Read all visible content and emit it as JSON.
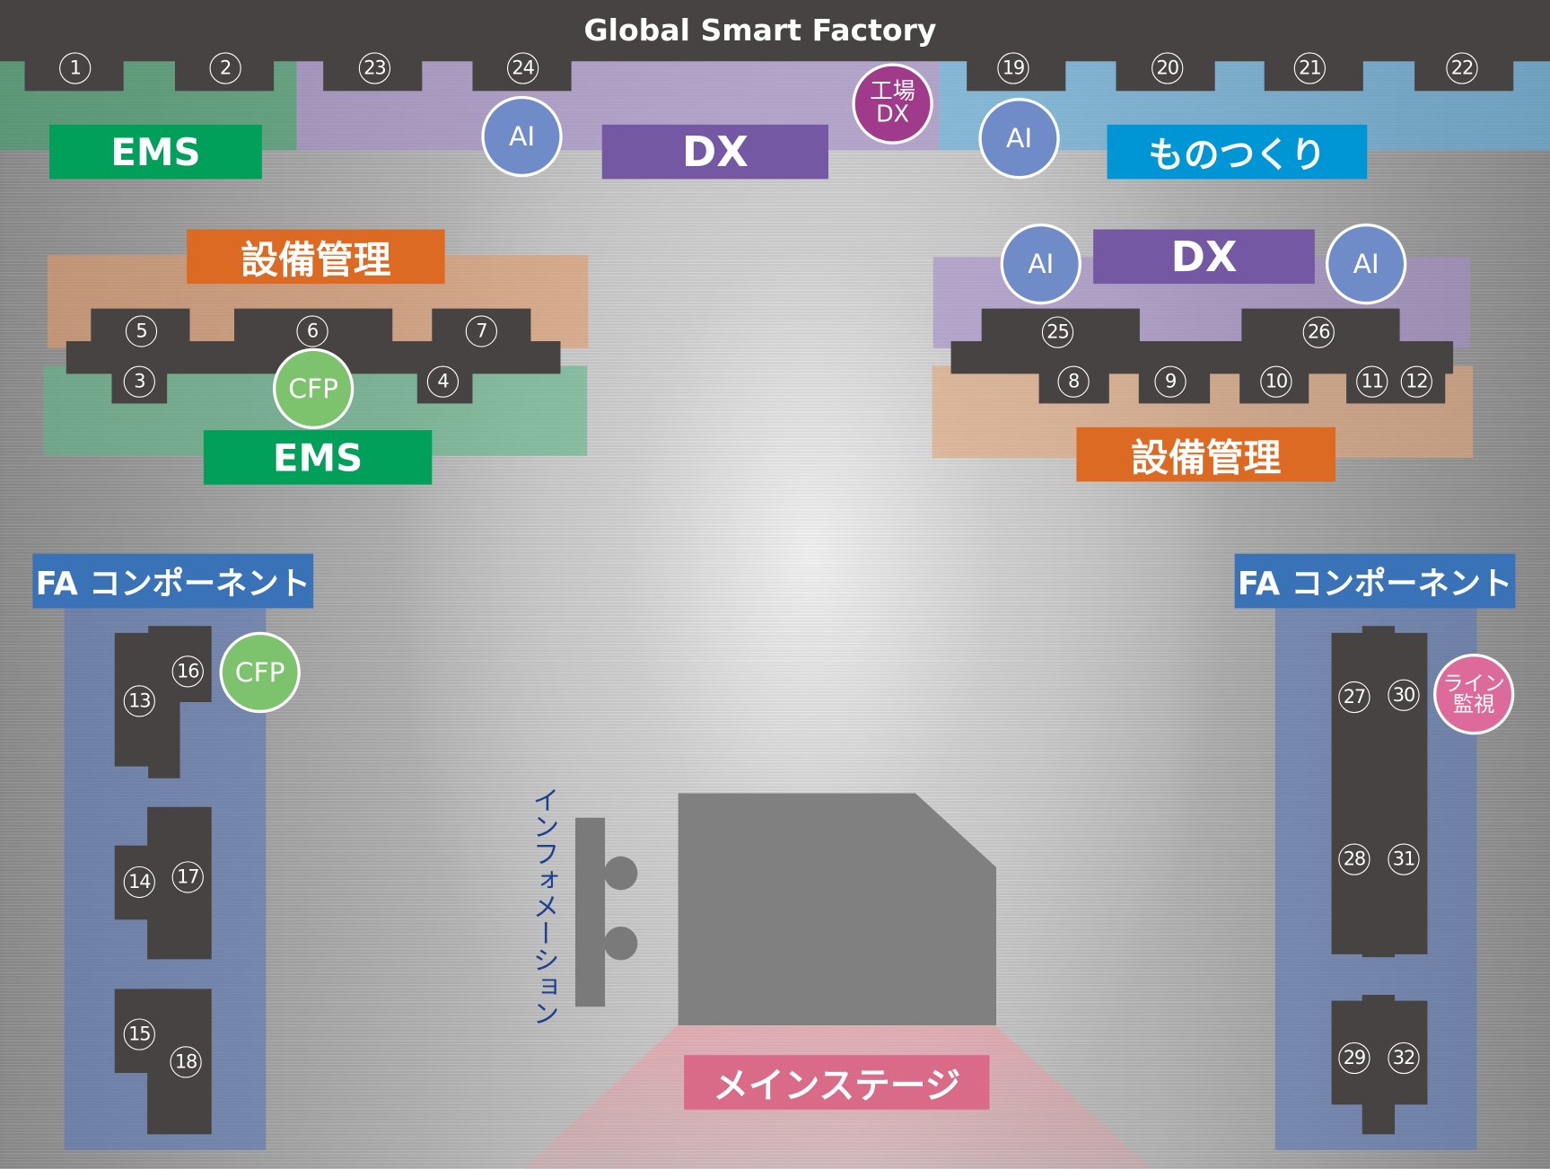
{
  "title": "Global Smart Factory",
  "zones": {
    "ems_top": "EMS",
    "dx_top": "DX",
    "monozukuri": "ものつくり",
    "setsubi_left": "設備管理",
    "ems_left": "EMS",
    "dx_right": "DX",
    "setsubi_right": "設備管理",
    "fa_left": "FA コンポーネント",
    "fa_right": "FA コンポーネント",
    "main_stage": "メインステージ",
    "information": "インフォメーション"
  },
  "badges": {
    "ai": "AI",
    "cfp": "CFP",
    "factory_dx": [
      "工場",
      "DX"
    ],
    "line_monitor": [
      "ライン",
      "監視"
    ]
  },
  "booths": {
    "b1": "1",
    "b2": "2",
    "b3": "3",
    "b4": "4",
    "b5": "5",
    "b6": "6",
    "b7": "7",
    "b8": "8",
    "b9": "9",
    "b10": "10",
    "b11": "11",
    "b12": "12",
    "b13": "13",
    "b14": "14",
    "b15": "15",
    "b16": "16",
    "b17": "17",
    "b18": "18",
    "b19": "19",
    "b20": "20",
    "b21": "21",
    "b22": "22",
    "b23": "23",
    "b24": "24",
    "b25": "25",
    "b26": "26",
    "b27": "27",
    "b28": "28",
    "b29": "29",
    "b30": "30",
    "b31": "31",
    "b32": "32"
  },
  "colors": {
    "ems": "#00a05a",
    "dx": "#7458a3",
    "monozukuri": "#0095d5",
    "setsubi": "#dc6a23",
    "fa": "#3a72b8",
    "ai": "#6f8cc8",
    "cfp": "#7dc36e",
    "factory_dx": "#a03a8a",
    "line_monitor": "#dc6b9b",
    "main_stage": "#d96a88"
  }
}
